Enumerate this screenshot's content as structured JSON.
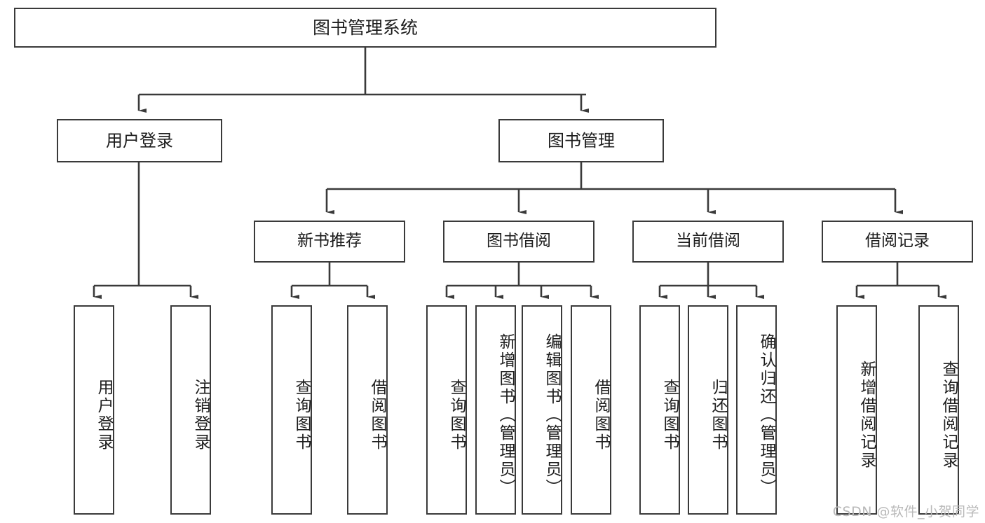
{
  "diagram": {
    "type": "tree-hierarchy-chart",
    "title": "图书管理系统",
    "line_color": "#3a3a3a",
    "box_fill": "#ffffff",
    "text_color": "#1d1d1d",
    "watermark": "CSDN @软件_小贺同学",
    "levels": {
      "root": {
        "label": "图书管理系统"
      },
      "level2": [
        {
          "label": "用户登录"
        },
        {
          "label": "图书管理"
        }
      ],
      "level3": [
        {
          "label": "新书推荐"
        },
        {
          "label": "图书借阅"
        },
        {
          "label": "当前借阅"
        },
        {
          "label": "借阅记录"
        }
      ],
      "leaves": {
        "user_login": [
          {
            "label": "用户登录"
          },
          {
            "label": "注销登录"
          }
        ],
        "new_book_recommend": [
          {
            "label": "查询图书"
          },
          {
            "label": "借阅图书"
          }
        ],
        "book_borrow": [
          {
            "label": "查询图书"
          },
          {
            "label": "新增图书（管理员）"
          },
          {
            "label": "编辑图书（管理员）"
          },
          {
            "label": "借阅图书"
          }
        ],
        "current_borrow": [
          {
            "label": "查询图书"
          },
          {
            "label": "归还图书"
          },
          {
            "label": "确认归还（管理员）"
          }
        ],
        "borrow_record": [
          {
            "label": "新增借阅记录"
          },
          {
            "label": "查询借阅记录"
          }
        ]
      }
    }
  }
}
